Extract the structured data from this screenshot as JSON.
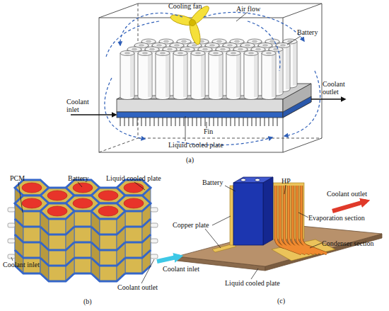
{
  "diagram": {
    "labels": [
      "Cooling fan",
      "Air flow",
      "Battery",
      "Coolant outlet",
      "Coolant inlet",
      "Fin",
      "Liquid cooled plate",
      "(a)",
      "PCM",
      "Battery",
      "Liquid cooled plate",
      "Coolant inlet",
      "Coolant outlet",
      "(b)",
      "Battery",
      "HP",
      "Coolant outlet",
      "Copper plate",
      "Evaporation section",
      "Condenser section",
      "Coolant inlet",
      "Liquid cooled plate",
      "(c)"
    ]
  }
}
